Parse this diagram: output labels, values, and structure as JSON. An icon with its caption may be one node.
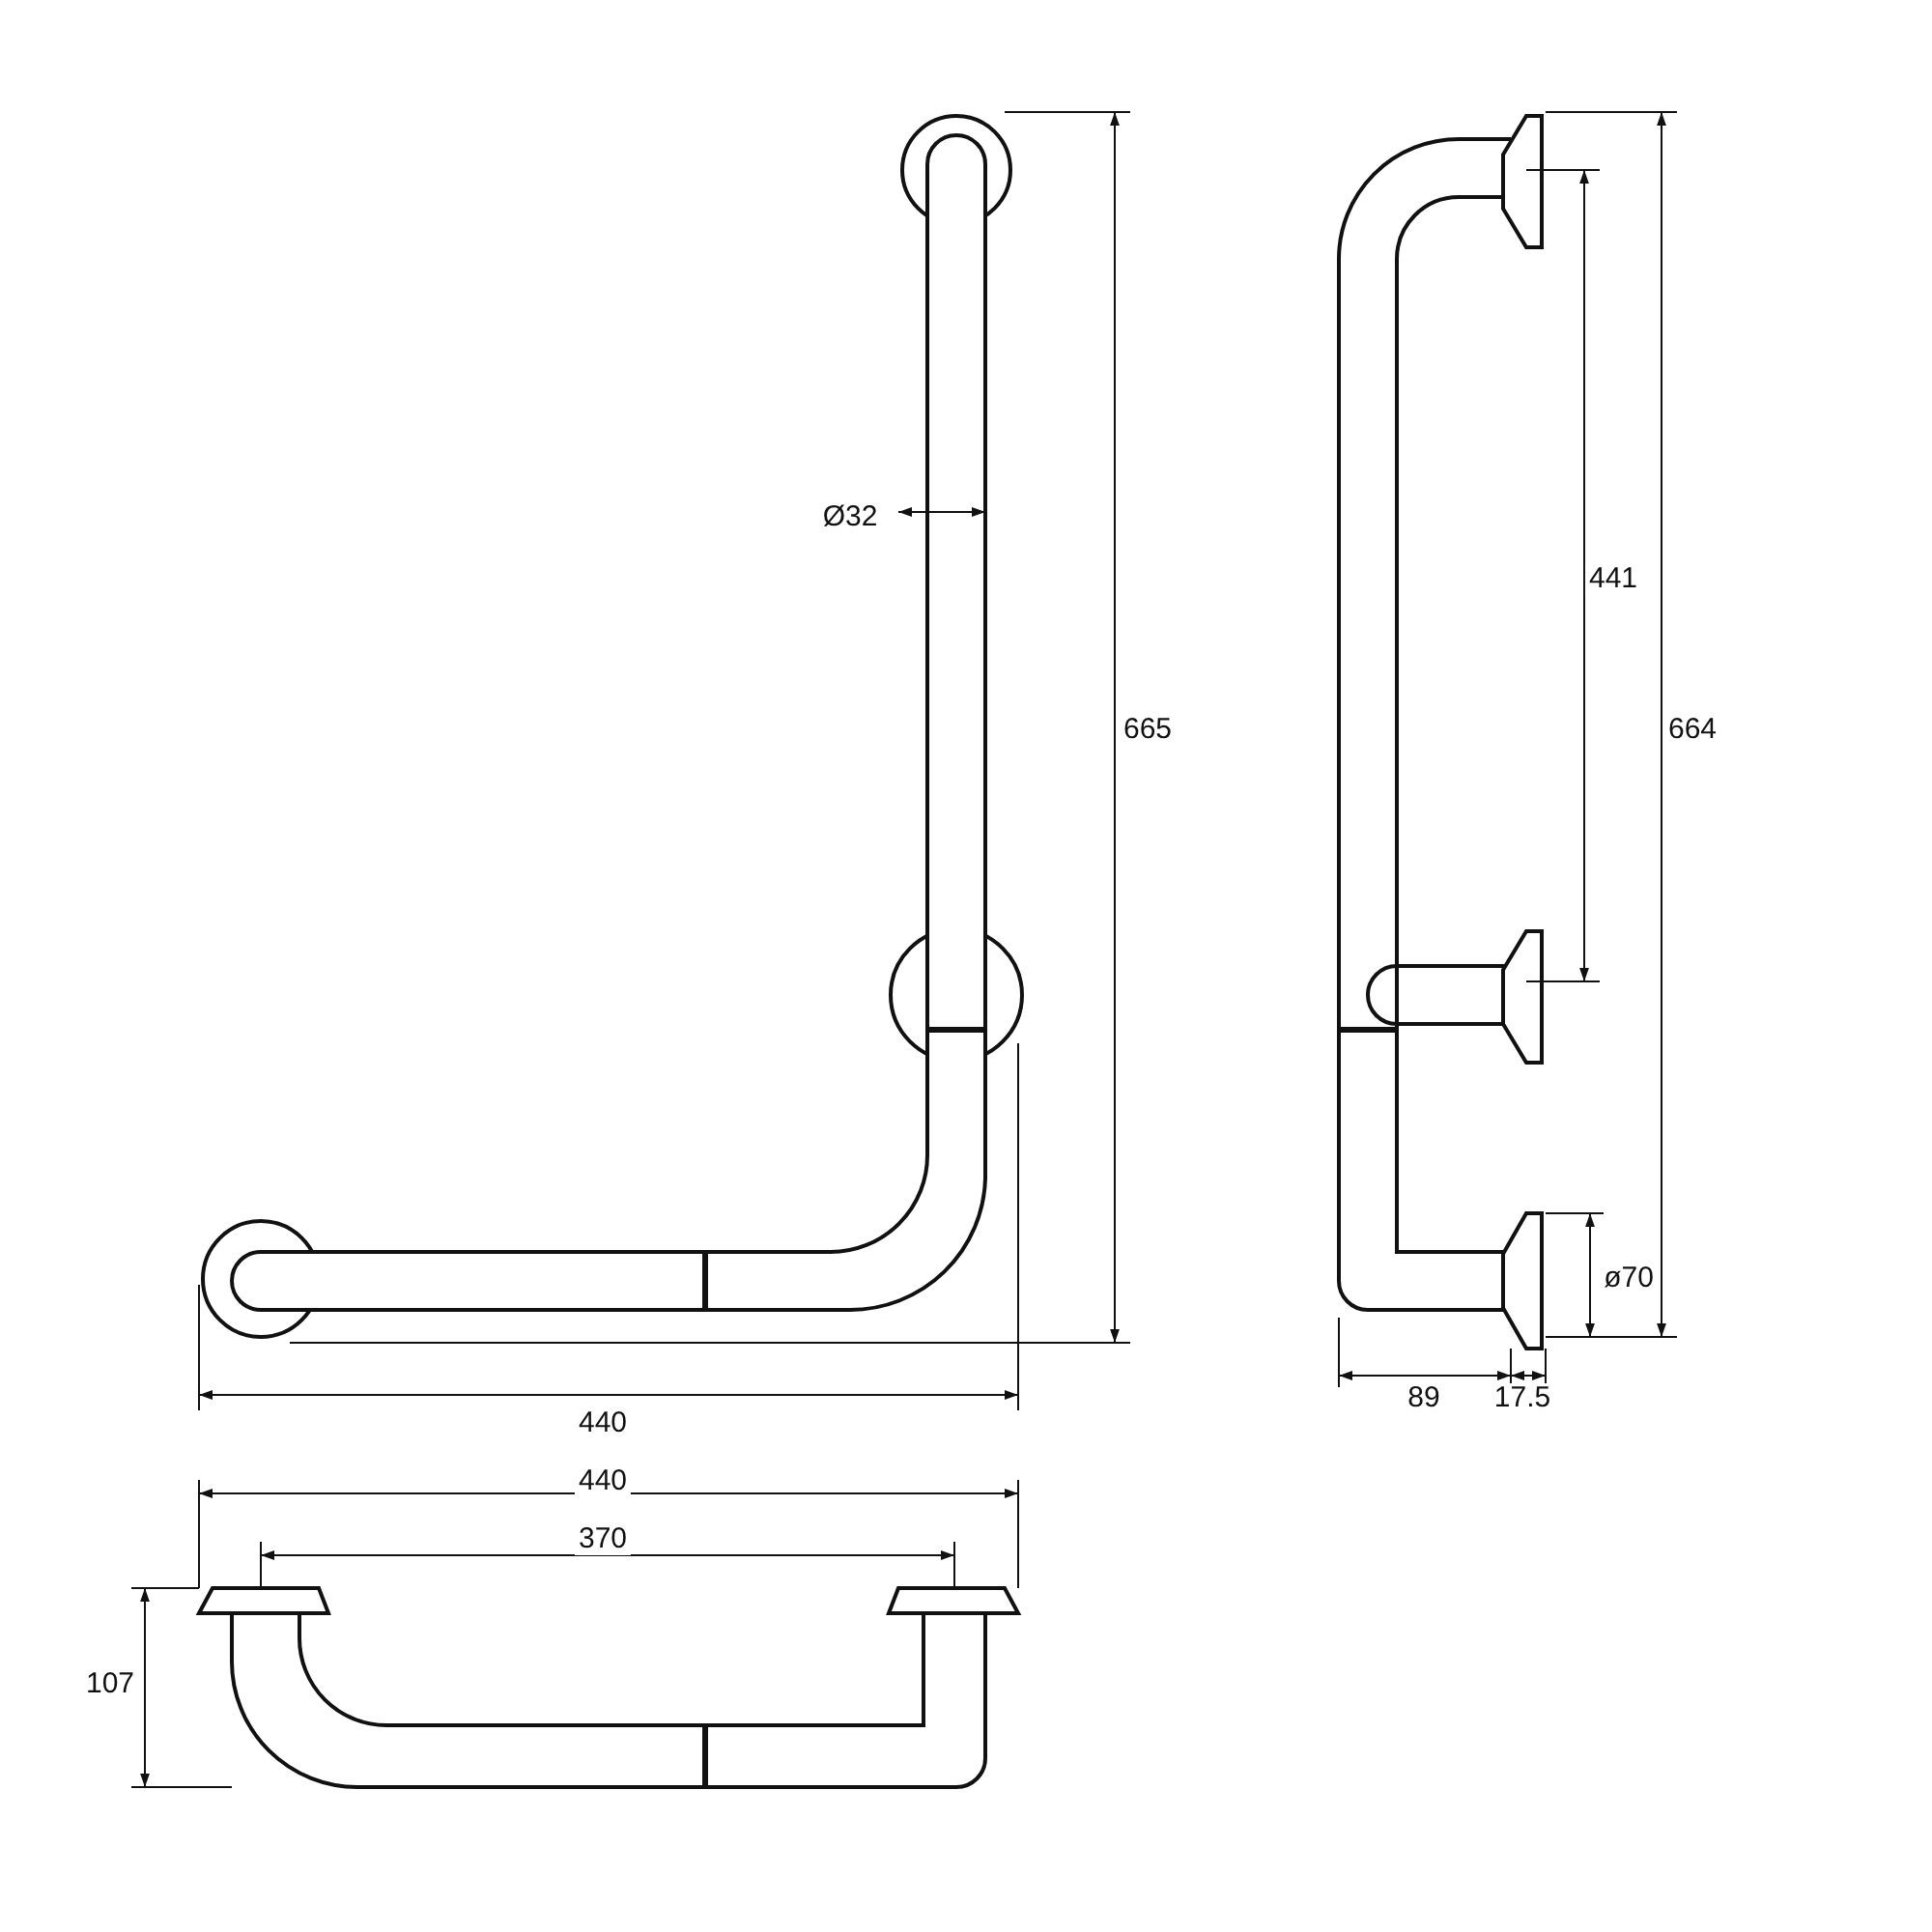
{
  "diagram": {
    "labels": [
      "Ø32",
      "665",
      "441",
      "664",
      "ø70",
      "440",
      "89",
      "17.5",
      "440",
      "370",
      "107"
    ]
  }
}
